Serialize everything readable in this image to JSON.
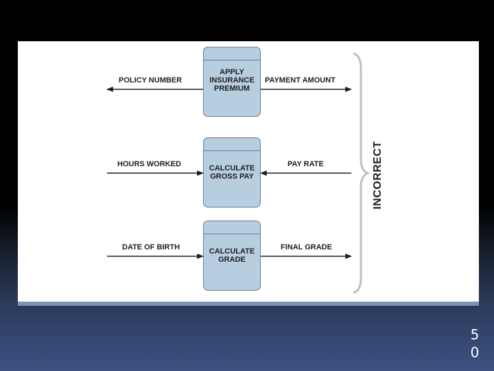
{
  "processes": [
    {
      "label": "APPLY\nINSURANCE\nPREMIUM"
    },
    {
      "label": "CALCULATE\nGROSS PAY"
    },
    {
      "label": "CALCULATE\nGRADE"
    }
  ],
  "flows": [
    {
      "input": "POLICY NUMBER",
      "output": "PAYMENT AMOUNT"
    },
    {
      "input": "HOURS WORKED",
      "output": "PAY RATE"
    },
    {
      "input": "DATE OF BIRTH",
      "output": "FINAL GRADE"
    }
  ],
  "bracket_label": "INCORRECT",
  "slide_number": "5\n0"
}
